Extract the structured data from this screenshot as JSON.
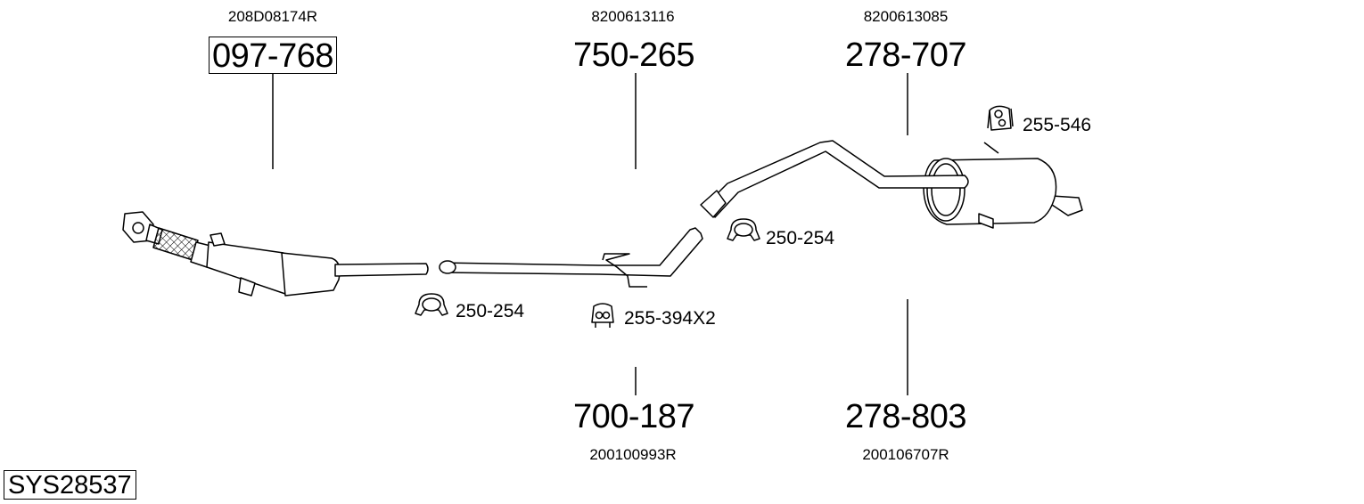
{
  "system_code": "SYS28537",
  "parts": {
    "p1": {
      "oem": "208D08174R",
      "number": "097-768"
    },
    "p2": {
      "oem": "8200613116",
      "number": "750-265"
    },
    "p3": {
      "oem": "8200613085",
      "number": "278-707"
    },
    "p4": {
      "oem": "200100993R",
      "number": "700-187"
    },
    "p5": {
      "oem": "200106707R",
      "number": "278-803"
    }
  },
  "accessories": {
    "a1": {
      "label": "250-254",
      "icon": "clamp-icon"
    },
    "a2": {
      "label": "255-394X2",
      "icon": "rubber-hanger-icon"
    },
    "a3": {
      "label": "250-254",
      "icon": "clamp-icon"
    },
    "a4": {
      "label": "255-546",
      "icon": "rubber-hanger-icon"
    }
  }
}
